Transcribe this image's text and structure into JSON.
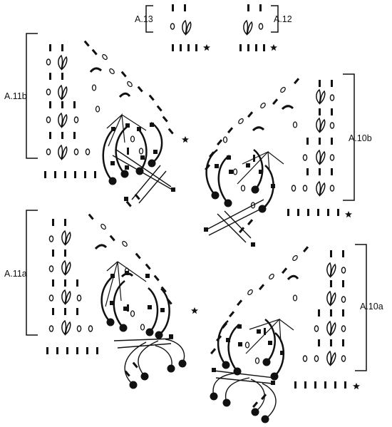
{
  "charts": [
    {
      "label": "A.13"
    },
    {
      "label": "A.12"
    },
    {
      "label": "A.11b"
    },
    {
      "label": "A.10b"
    },
    {
      "label": "A.11a"
    },
    {
      "label": "A.10a"
    }
  ],
  "symbols": {
    "end_marker": "star",
    "chain": "dash",
    "chain_space": "oval",
    "picot": "leaf",
    "cable_post": "filled-dot"
  }
}
